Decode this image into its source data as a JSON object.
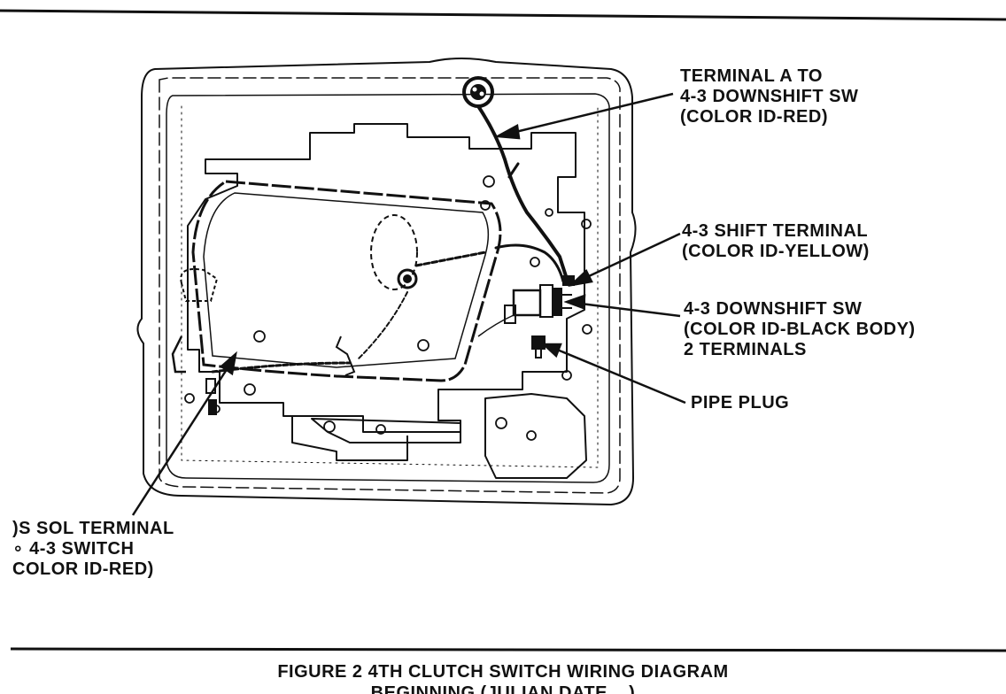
{
  "labels": {
    "terminal_a": [
      "TERMINAL A TO",
      "4-3 DOWNSHIFT SW",
      "(COLOR ID-RED)"
    ],
    "shift_terminal": [
      "4-3 SHIFT TERMINAL",
      "(COLOR ID-YELLOW)"
    ],
    "downshift_sw": [
      "4-3 DOWNSHIFT SW",
      "(COLOR ID-BLACK BODY)",
      "2 TERMINALS"
    ],
    "pipe_plug": [
      "PIPE PLUG"
    ],
    "ds_sol_terminal": [
      ")S SOL TERMINAL",
      "∘ 4-3 SWITCH",
      "COLOR ID-RED)"
    ]
  },
  "caption": {
    "line1": "FIGURE 2   4TH CLUTCH SWITCH WIRING DIAGRAM",
    "line2": "BEGINNING (JULIAN DATE ...)"
  },
  "colors": {
    "ink": "#111111",
    "paper": "#ffffff"
  }
}
